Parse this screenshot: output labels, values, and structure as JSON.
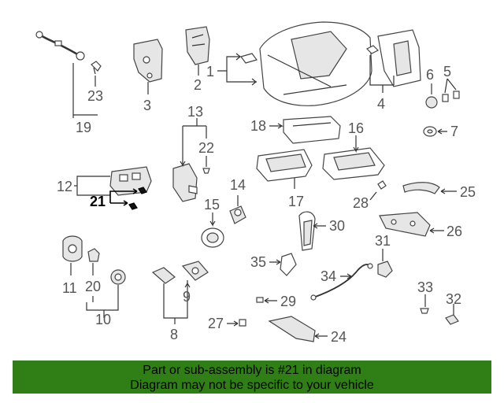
{
  "diagram": {
    "highlighted_part": "21",
    "callouts": {
      "c1": "1",
      "c2": "2",
      "c3": "3",
      "c4": "4",
      "c5": "5",
      "c6": "6",
      "c7": "7",
      "c8": "8",
      "c9": "9",
      "c10": "10",
      "c11": "11",
      "c12": "12",
      "c13": "13",
      "c14": "14",
      "c15": "15",
      "c16": "16",
      "c17": "17",
      "c18": "18",
      "c19": "19",
      "c20": "20",
      "c21": "21",
      "c22": "22",
      "c23": "23",
      "c24": "24",
      "c25": "25",
      "c26": "26",
      "c27": "27",
      "c28": "28",
      "c29": "29",
      "c30": "30",
      "c31": "31",
      "c32": "32",
      "c33": "33",
      "c34": "34",
      "c35": "35"
    }
  },
  "footer": {
    "line1": "Part or sub-assembly is #21 in diagram",
    "line2": "Diagram may not be specific to your vehicle"
  },
  "colors": {
    "banner": "#2f7f16",
    "line": "#444444",
    "highlight": "#000000"
  }
}
